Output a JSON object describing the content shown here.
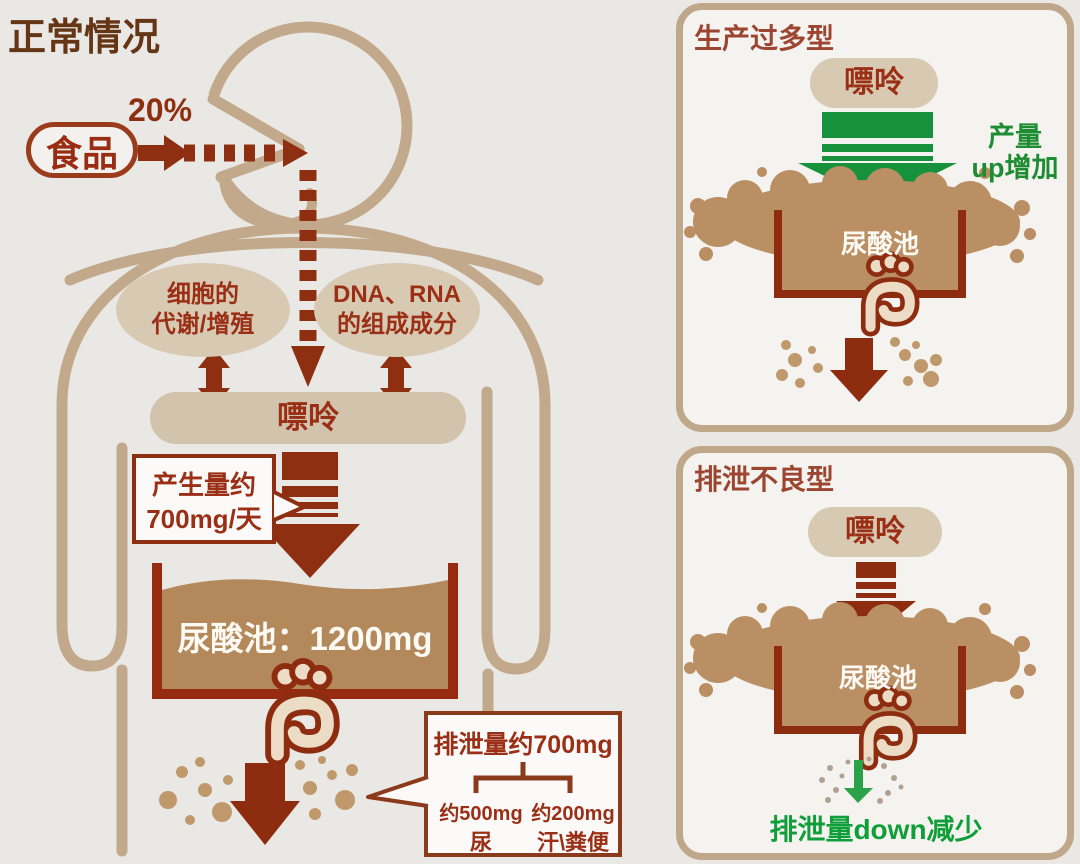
{
  "colors": {
    "background": "#eae8e4",
    "panel_background": "#f5f3ef",
    "body_outline_tan": "#c3a98b",
    "shape_fill_tan": "#d8c9b3",
    "dark_red": "#8f2f12",
    "pool_liquid": "#b3895c",
    "splash_liquid": "#ba8f64",
    "dot_tan": "#bf996c",
    "green_arrow": "#18913c",
    "green_text": "#1e8c32"
  },
  "icons": [
    "faucet-icon",
    "splash-icon",
    "intake-dashed-arrow",
    "striped-down-arrow",
    "excretion-arrow",
    "exchange-double-arrow"
  ],
  "left": {
    "title": "正常情况",
    "percent_label": "20%",
    "food_label": "食品",
    "cell_oval": {
      "line1": "细胞的",
      "line2": "代谢/增殖"
    },
    "dna_oval": {
      "line1": "DNA、RNA",
      "line2": "的组成成分"
    },
    "purine_label": "嘌呤",
    "production_callout": {
      "line1": "产生量约",
      "line2": "700mg/天"
    },
    "pool_label": "尿酸池：1200mg",
    "excretion_callout": {
      "title": "排泄量约700mg",
      "left_amount": "约500mg",
      "left_label": "尿",
      "right_amount": "约200mg",
      "right_label": "汗\\粪便"
    }
  },
  "overproduction_panel": {
    "title": "生产过多型",
    "purine_label": "嘌呤",
    "increase_label": {
      "line1": "产量",
      "line2": "up增加"
    },
    "pool_label": "尿酸池"
  },
  "underexcretion_panel": {
    "title": "排泄不良型",
    "purine_label": "嘌呤",
    "pool_label": "尿酸池",
    "decrease_label": "排泄量down减少"
  }
}
